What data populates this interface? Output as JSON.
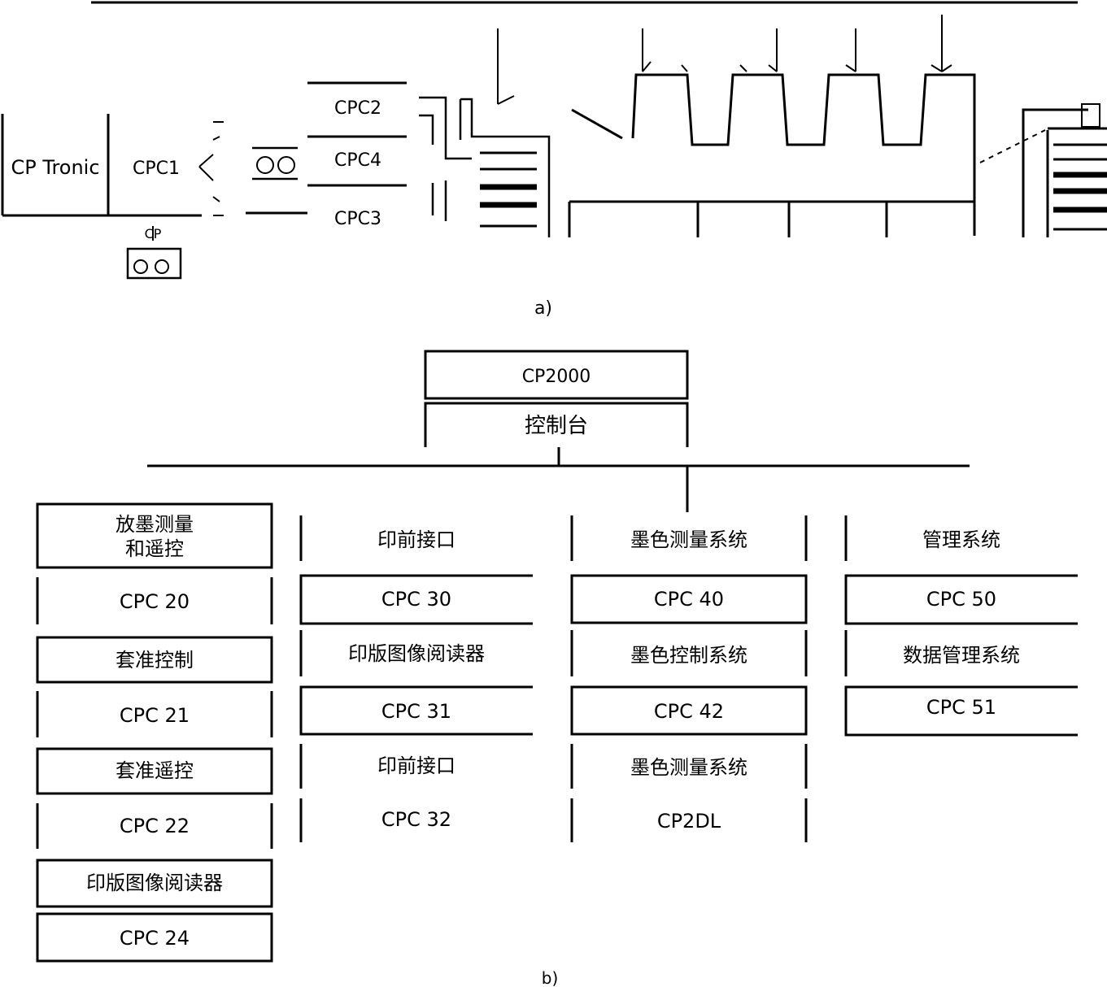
{
  "part_a": {
    "caption": "a)",
    "labels": {
      "cp_tronic": "CP Tronic",
      "cpc_left": "CPC1",
      "cpc_2": "CPC2",
      "cpc_4": "CPC4",
      "cpc_3": "CPC3",
      "cpc_small": "CP"
    }
  },
  "part_b": {
    "caption": "b)",
    "top_box": "CP2000",
    "second_box": "控制台",
    "col1": [
      "放墨测量\n和遥控",
      "CPC 20",
      "套准控制",
      "CPC 21",
      "套准遥控",
      "CPC 22",
      "印版图像阅读器",
      "CPC 24"
    ],
    "col2": [
      "印前接口",
      "CPC 30",
      "印版图像阅读器",
      "CPC 31",
      "印前接口",
      "CPC 32"
    ],
    "col3": [
      "墨色测量系统",
      "CPC 40",
      "墨色控制系统",
      "CPC 42",
      "墨色测量系统",
      "CP2DL"
    ],
    "col4": [
      "管理系统",
      "CPC 50",
      "数据管理系统",
      "CPC 51"
    ]
  }
}
